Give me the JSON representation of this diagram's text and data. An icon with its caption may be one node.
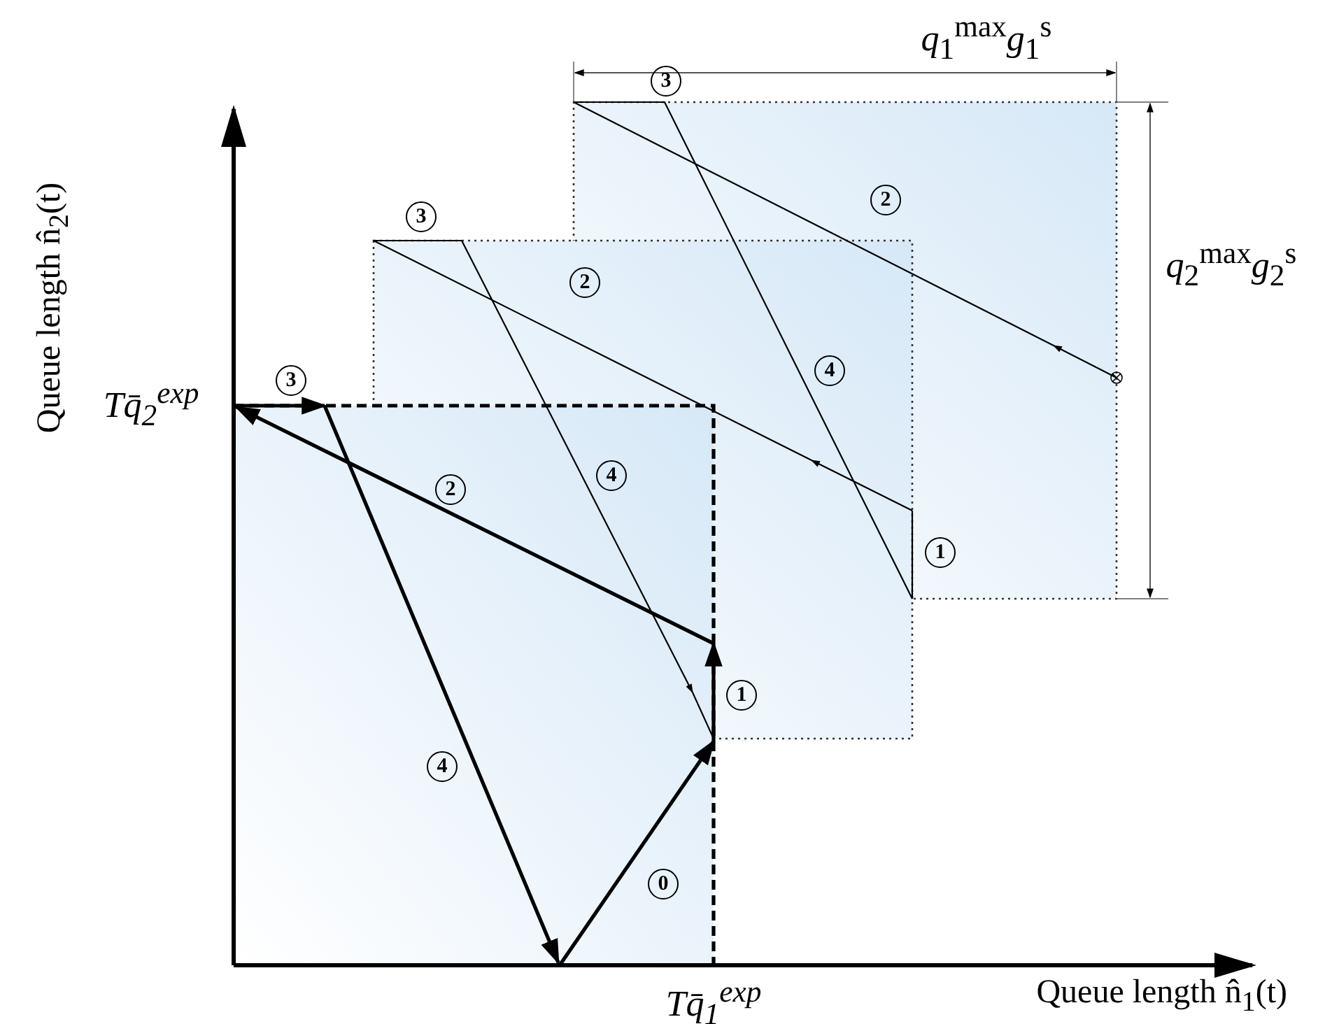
{
  "diagram": {
    "labels": [
      "Queue length n̂$_{2}$(t)",
      "3",
      "*q*$_{1}$$^{max}$*g*$_{1}$$^{s}$",
      "2",
      "3",
      "*q*$_{2}$$^{max}$*g*$_{2}$$^{s}$",
      "2",
      "4",
      "3",
      "Tq̄$_{2}$$^{exp}$",
      "4",
      "2",
      "1",
      "1",
      "4",
      "0",
      "Tq̄$_{1}$$^{exp}$",
      "Queue length n̂$_{1}$(t)"
    ]
  }
}
